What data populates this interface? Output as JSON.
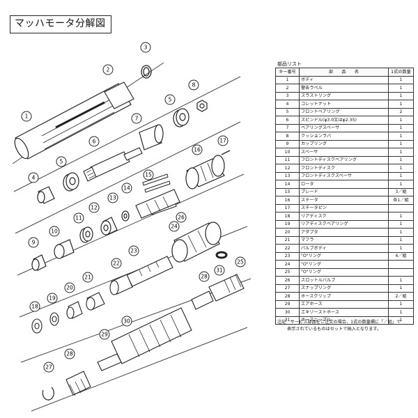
{
  "title": "マッハモータ分解図",
  "parts_list": {
    "title": "部品リスト",
    "headers": [
      "キー番号",
      "部　　品　　名",
      "1式の数量"
    ],
    "rows": [
      {
        "no": "1",
        "name": "ボディ",
        "qty": "1"
      },
      {
        "no": "2",
        "name": "警告ラベル",
        "qty": "1"
      },
      {
        "no": "3",
        "name": "スラストリング",
        "qty": "1"
      },
      {
        "no": "4",
        "name": "コレットナット",
        "qty": "1"
      },
      {
        "no": "5",
        "name": "フロントベアリング",
        "qty": "2"
      },
      {
        "no": "6",
        "name": "スピンドル(φ3.0又はφ2.35)",
        "qty": "1"
      },
      {
        "no": "7",
        "name": "ベアリングスペーサ",
        "qty": "1"
      },
      {
        "no": "8",
        "name": "クッションラバ",
        "qty": "1"
      },
      {
        "no": "9",
        "name": "カップリング",
        "qty": "1"
      },
      {
        "no": "10",
        "name": "スペーサ",
        "qty": "1"
      },
      {
        "no": "11",
        "name": "フロントディスクベアリング",
        "qty": "1"
      },
      {
        "no": "12",
        "name": "フロントディスク",
        "qty": "1"
      },
      {
        "no": "13",
        "name": "フロントディスクスペーサ",
        "qty": "1"
      },
      {
        "no": "14",
        "name": "ロータ",
        "qty": "1"
      },
      {
        "no": "15",
        "name": "ブレード",
        "qty": "3／組"
      },
      {
        "no": "16",
        "name": "ステータ",
        "qty": "各1／組"
      },
      {
        "no": "17",
        "name": "ステータピン",
        "qty": ""
      },
      {
        "no": "18",
        "name": "リアディスク",
        "qty": "1"
      },
      {
        "no": "19",
        "name": "リアディスクベアリング",
        "qty": "1"
      },
      {
        "no": "20",
        "name": "アダプタ",
        "qty": "1"
      },
      {
        "no": "21",
        "name": "マフラ",
        "qty": "1"
      },
      {
        "no": "22",
        "name": "バルブボディ",
        "qty": "1"
      },
      {
        "no": "23",
        "name": "\"O\"リング",
        "qty": "4／組"
      },
      {
        "no": "24",
        "name": "\"O\"リング",
        "qty": ""
      },
      {
        "no": "25",
        "name": "\"O\"リング",
        "qty": ""
      },
      {
        "no": "26",
        "name": "スロットルバルブ",
        "qty": "1"
      },
      {
        "no": "27",
        "name": "スナップリング",
        "qty": "1"
      },
      {
        "no": "28",
        "name": "ホースクリップ",
        "qty": "2／組"
      },
      {
        "no": "29",
        "name": "エアホース",
        "qty": "1"
      },
      {
        "no": "30",
        "name": "エキゾーストホース",
        "qty": "1"
      },
      {
        "no": "31",
        "name": "ホースニップル",
        "qty": "1"
      }
    ]
  },
  "note": {
    "line1": "注記　サービス部品をご注文の場合、1式の数量欄に「／組」で",
    "line2": "表示されているものはセットで納入となります。"
  },
  "callouts": [
    "1",
    "2",
    "3",
    "4",
    "5",
    "6",
    "7",
    "8",
    "9",
    "10",
    "11",
    "12",
    "13",
    "14",
    "15",
    "16",
    "17",
    "18",
    "19",
    "20",
    "21",
    "22",
    "23",
    "24",
    "25",
    "26",
    "27",
    "28",
    "29",
    "30",
    "31",
    "5",
    "28"
  ]
}
